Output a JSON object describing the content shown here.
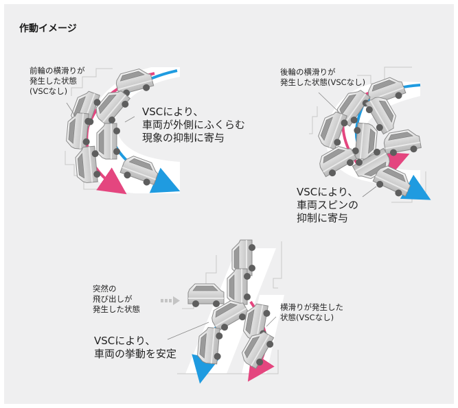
{
  "title": "作動イメージ",
  "scene1": {
    "caption": [
      "前輪の横滑りが",
      "発生した状態",
      "(VSCなし)"
    ],
    "effect": [
      "VSCにより、",
      "車両が外側にふくらむ",
      "現象の抑制に寄与"
    ]
  },
  "scene2": {
    "caption": [
      "後輪の横滑りが",
      "発生した状態(VSCなし)"
    ],
    "effect": [
      "VSCにより、",
      "車両スピンの",
      "抑制に寄与"
    ]
  },
  "scene3": {
    "caption_left": [
      "突然の",
      "飛び出しが",
      "発生した状態"
    ],
    "effect": [
      "VSCにより、",
      "車両の挙動を安定"
    ],
    "caption_right": [
      "横滑りが発生した",
      "状態(VSCなし)"
    ]
  },
  "colors": {
    "pink": "#e4467f",
    "blue": "#1f9be0",
    "panel": "#efeff0"
  }
}
